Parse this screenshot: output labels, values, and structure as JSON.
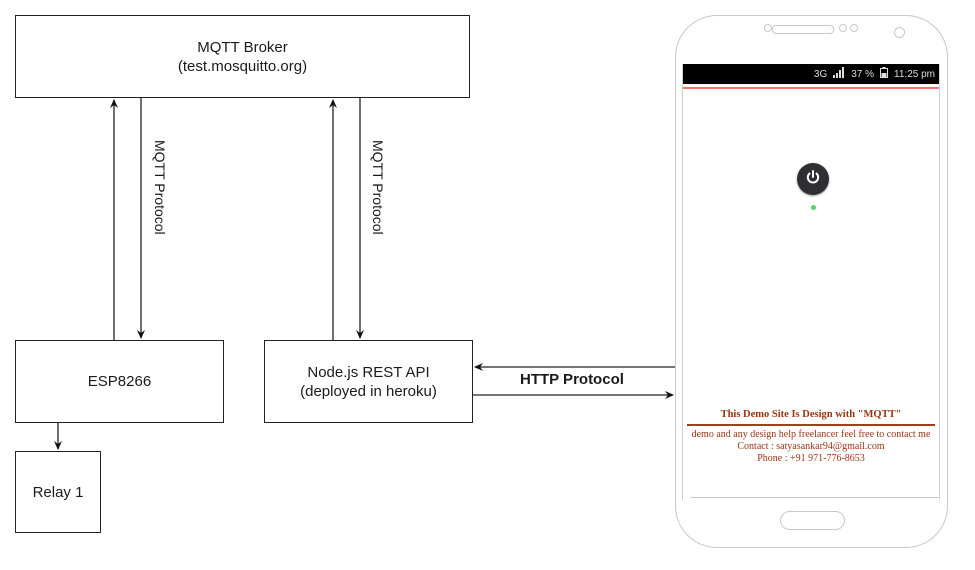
{
  "diagram": {
    "nodes": {
      "broker": {
        "line1": "MQTT Broker",
        "line2": "(test.mosquitto.org)"
      },
      "esp": {
        "label": "ESP8266"
      },
      "relay": {
        "label": "Relay 1"
      },
      "nodeapi": {
        "line1": "Node.js REST API",
        "line2": "(deployed in heroku)"
      }
    },
    "edges": [
      {
        "from": "esp",
        "to": "broker",
        "label": "MQTT Protocol"
      },
      {
        "from": "broker",
        "to": "esp",
        "label": "MQTT Protocol"
      },
      {
        "from": "nodeapi",
        "to": "broker",
        "label": "MQTT Protocol"
      },
      {
        "from": "broker",
        "to": "nodeapi",
        "label": "MQTT Protocol"
      },
      {
        "from": "phone",
        "to": "nodeapi",
        "label": "HTTP Protocol"
      },
      {
        "from": "nodeapi",
        "to": "phone",
        "label": "HTTP Protocol"
      },
      {
        "from": "esp",
        "to": "relay",
        "label": ""
      }
    ],
    "labels": {
      "mqtt_left": "MQTT Protocol",
      "mqtt_right": "MQTT Protocol",
      "http": "HTTP Protocol"
    }
  },
  "phone": {
    "statusbar": {
      "network": "3G",
      "signal": "signal-icon",
      "battery_percent": "37 %",
      "battery_icon": "battery-icon",
      "time": "11:25 pm"
    },
    "power_button_icon": "power-icon",
    "footer": {
      "title": "This Demo Site Is Design with \"MQTT\"",
      "line1": "demo and any design help freelancer feel free to contact me",
      "line2": "Contact : satyasankar94@gmail.com",
      "line3": "Phone : +91 971-776-8653"
    }
  }
}
